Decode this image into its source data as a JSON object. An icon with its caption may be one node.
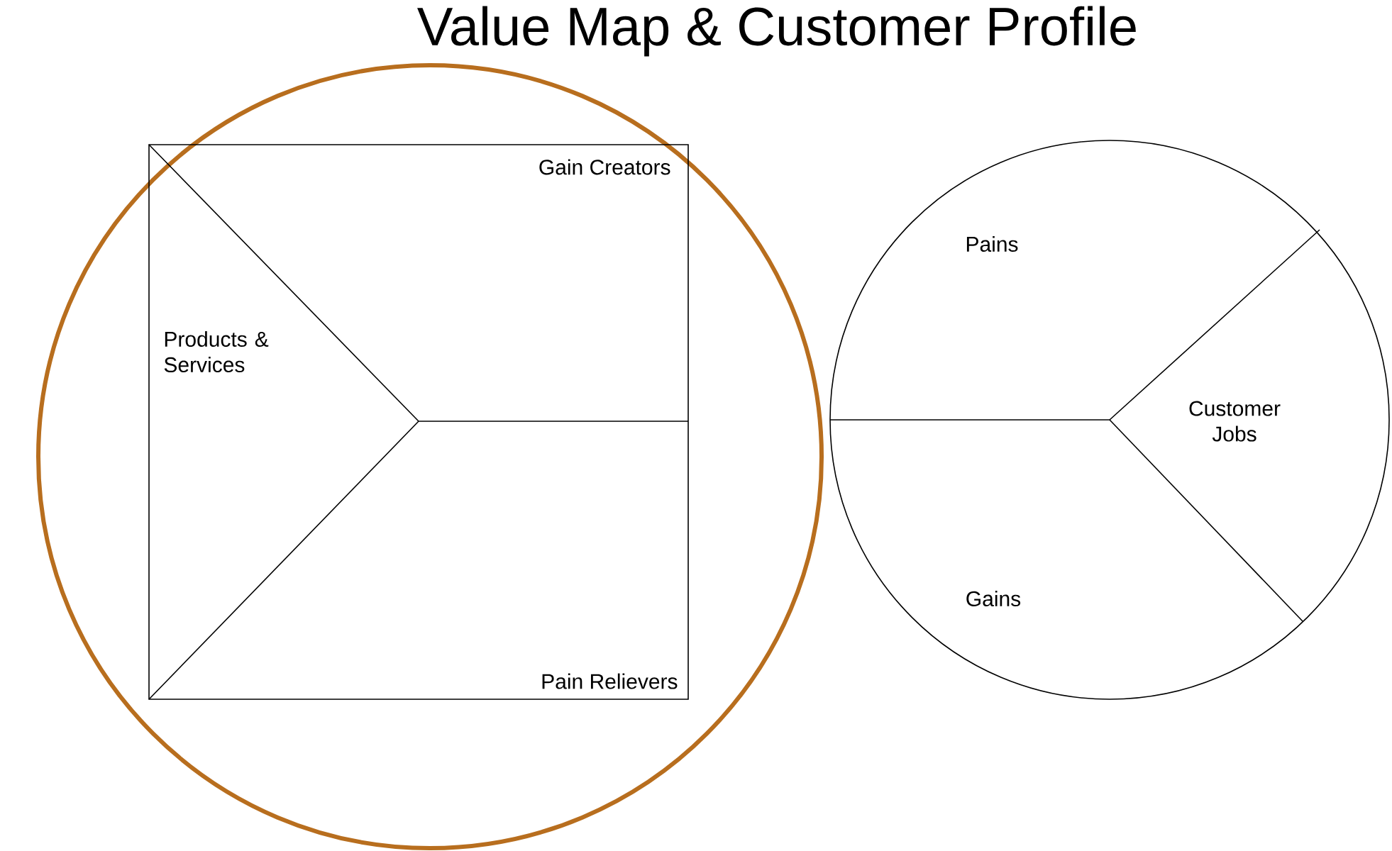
{
  "diagram": {
    "title": "Value Map & Customer Profile",
    "nodes": [
      {
        "text": [],
        "shape": "box"
      },
      {
        "text": [
          "Products & Services"
        ],
        "in": 0
      },
      {
        "text": [
          "Gain Creators"
        ],
        "in": 0
      },
      {
        "text": [
          "Pain Relievers"
        ],
        "in": 0
      },
      {
        "text": [],
        "shape": "circle"
      },
      {
        "text": [
          "Pains"
        ],
        "in": 4
      },
      {
        "text": [
          "Customer Jobs"
        ],
        "in": 4
      },
      {
        "text": [
          "Gains"
        ],
        "in": 4
      }
    ]
  }
}
